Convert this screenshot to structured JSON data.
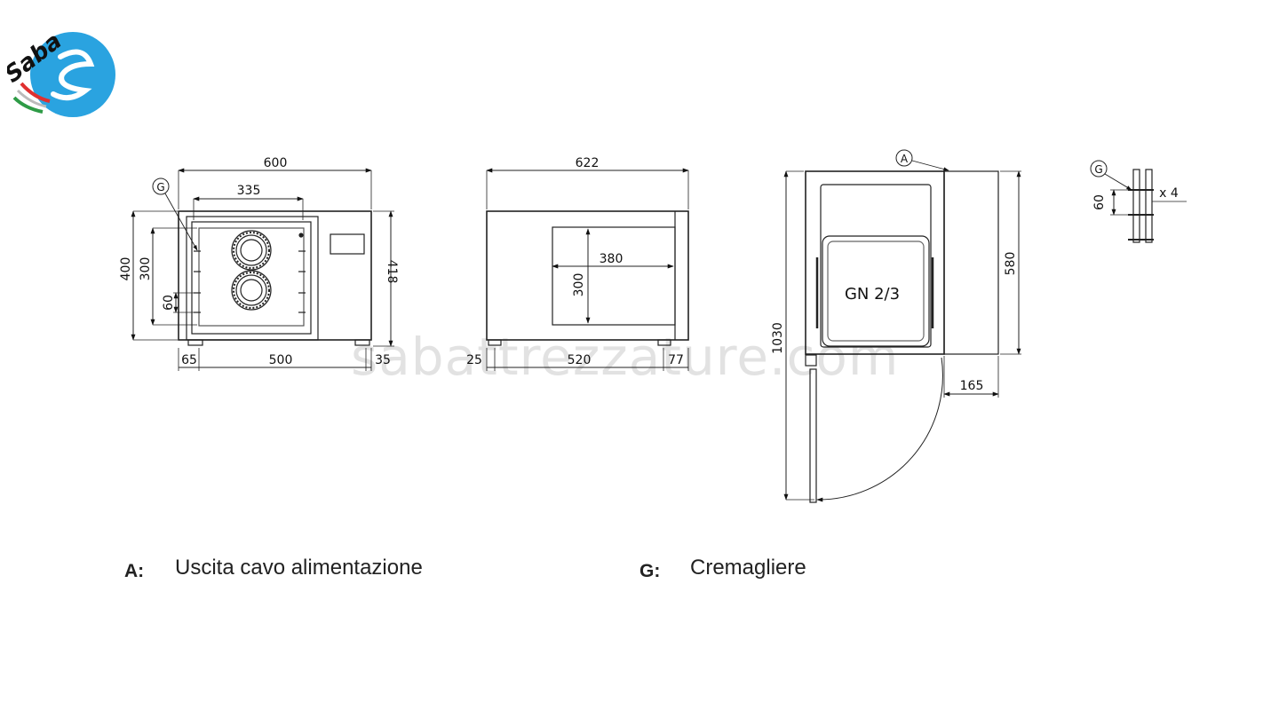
{
  "logo": {
    "text": "Saba",
    "brand_color": "#2aa3e0"
  },
  "watermark": "sabattrezzature.com",
  "views": {
    "front": {
      "width": "600",
      "inner_width": "335",
      "height": "400",
      "inner_height": "300",
      "depth_right": "418",
      "shelf_pitch": "60",
      "bottom_left": "65",
      "bottom_mid": "500",
      "bottom_right": "35",
      "callout": "G"
    },
    "side": {
      "width": "622",
      "cavity_width": "380",
      "cavity_height": "300",
      "bottom_left": "25",
      "bottom_mid": "520",
      "bottom_right": "77"
    },
    "top": {
      "callout": "A",
      "tray_label": "GN  2/3",
      "door_open": "1030",
      "depth": "580",
      "door_offset": "165"
    },
    "rack_detail": {
      "callout": "G",
      "pitch": "60",
      "count": "x 4"
    }
  },
  "legend": [
    {
      "key": "A:",
      "text": "Uscita cavo alimentazione"
    },
    {
      "key": "G:",
      "text": "Cremagliere"
    }
  ]
}
